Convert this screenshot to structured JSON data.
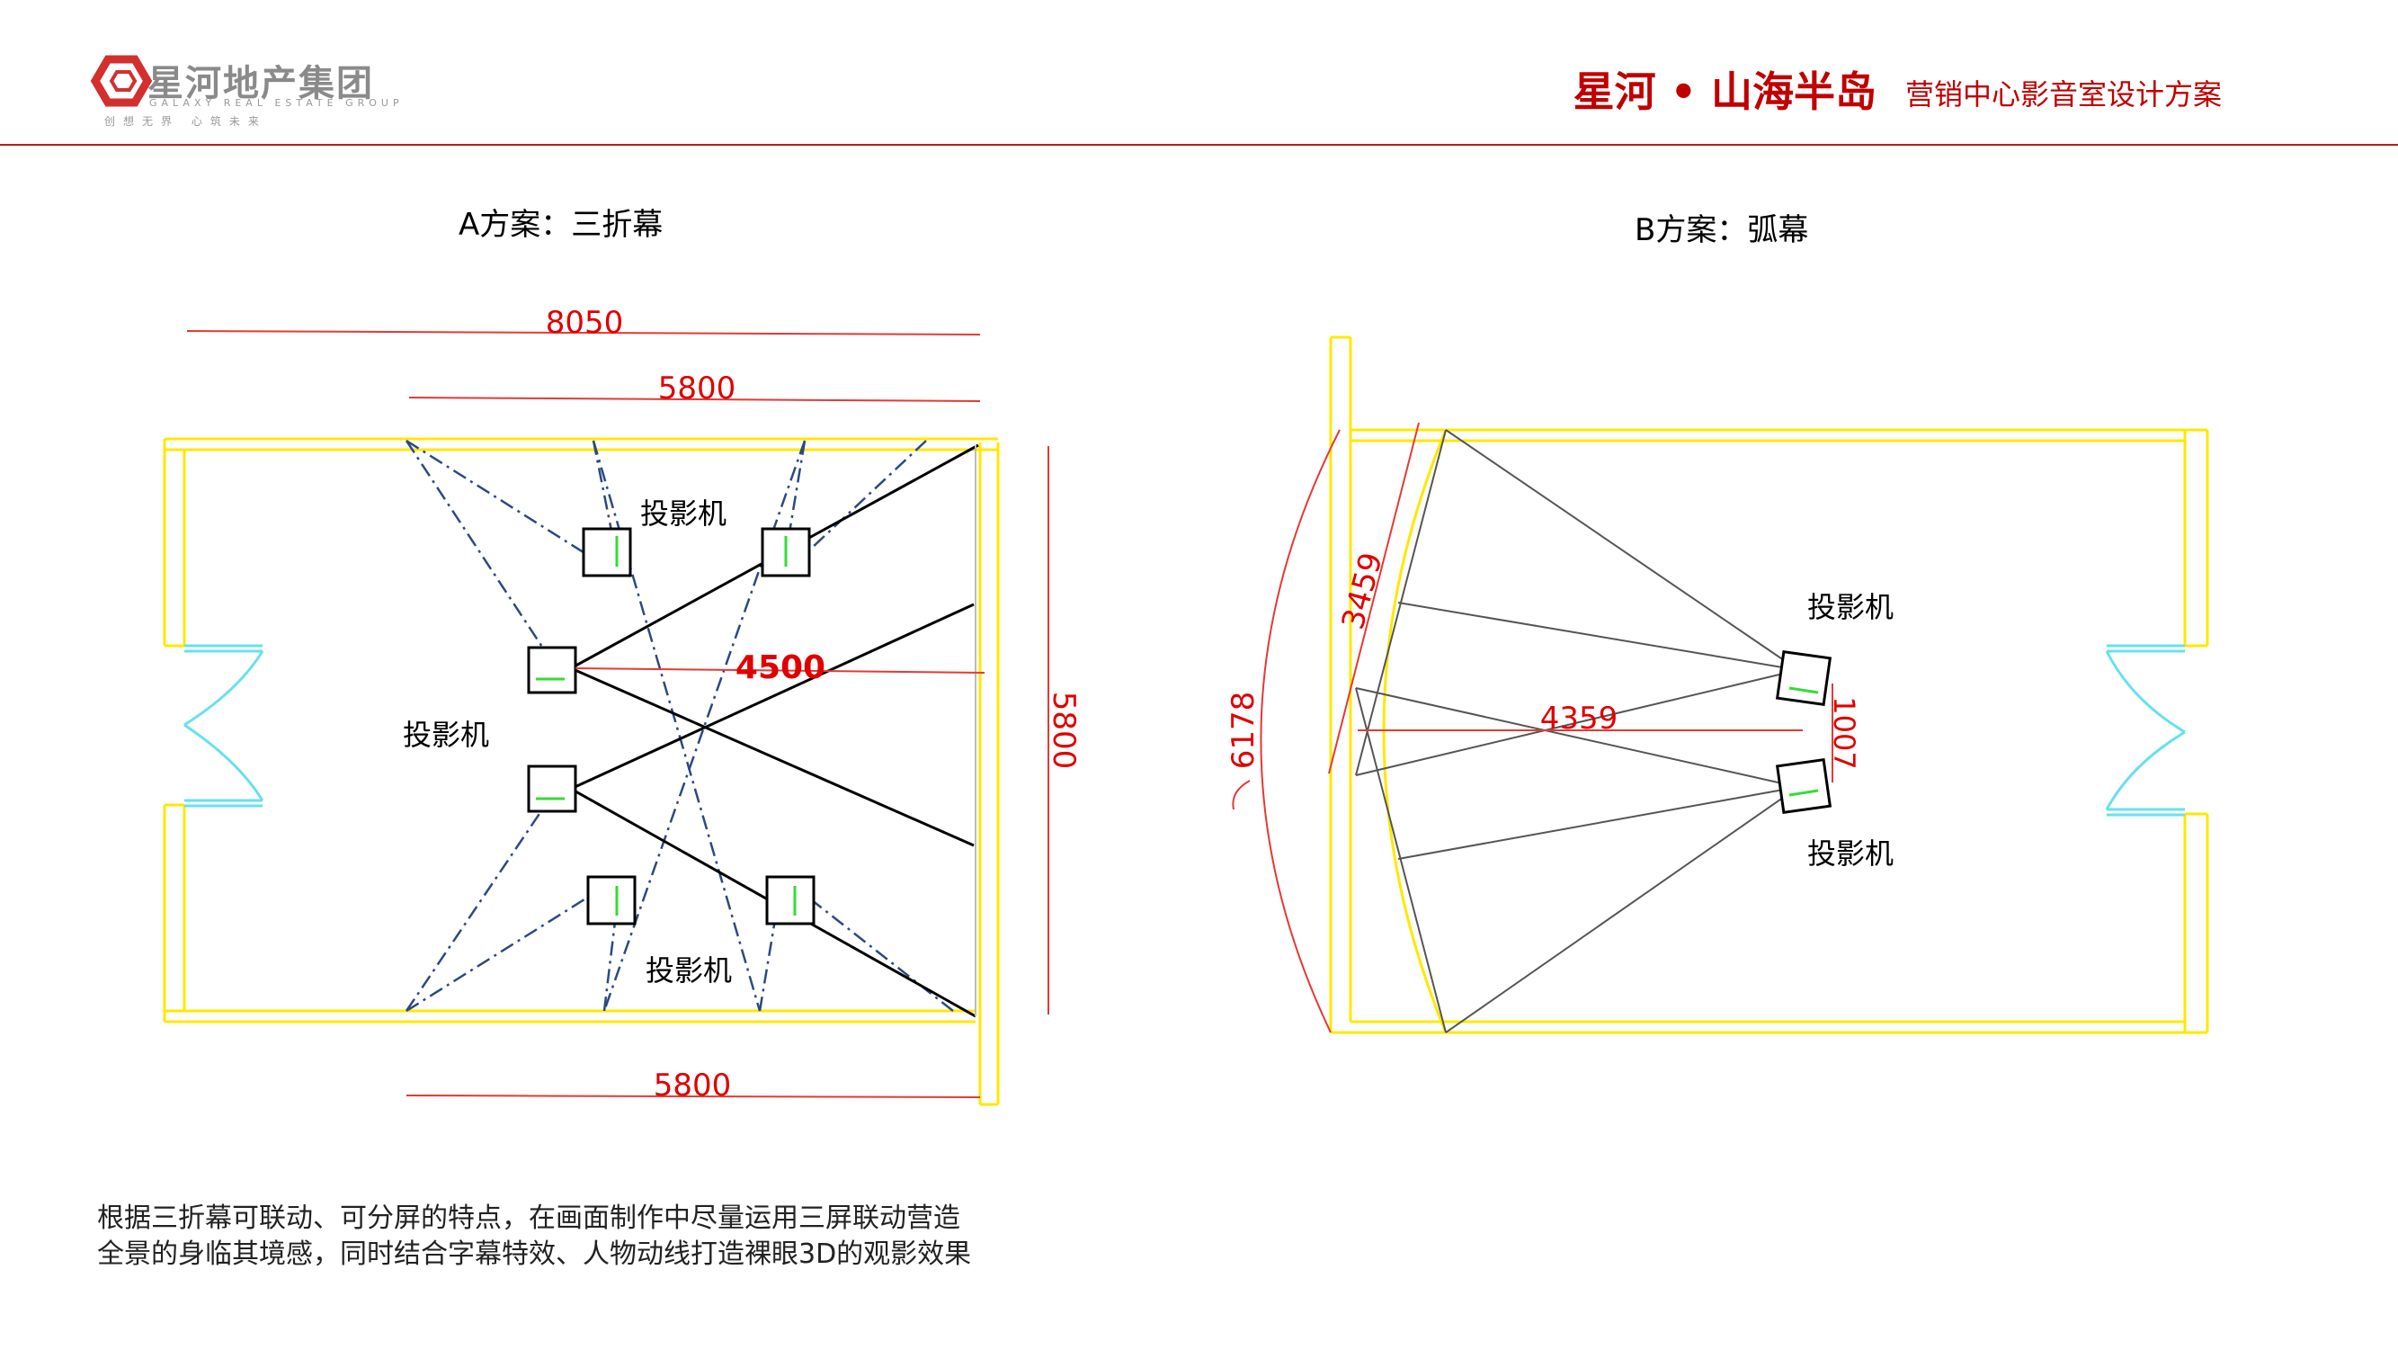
{
  "header": {
    "logo_cn": "星河地产集团",
    "logo_en": "GALAXY REAL ESTATE GROUP",
    "logo_slogan": "创想无界 心筑未来",
    "title": "星河 • 山海半岛",
    "subtitle": "营销中心影音室设计方案",
    "accent_color": "#c00000"
  },
  "plan_a": {
    "title": "A方案：三折幕",
    "dims": {
      "width_total": "8050",
      "screen_top": "5800",
      "throw": "4500",
      "depth": "5800",
      "screen_bottom": "5800"
    },
    "labels": {
      "projector_top": "投影机",
      "projector_left": "投影机",
      "projector_bottom": "投影机"
    }
  },
  "plan_b": {
    "title": "B方案：弧幕",
    "dims": {
      "arc_chord": "3459",
      "arc_length": "6178",
      "throw": "4359",
      "spacing": "1007"
    },
    "labels": {
      "projector_top": "投影机",
      "projector_bottom": "投影机"
    }
  },
  "caption": {
    "line1": "根据三折幕可联动、可分屏的特点，在画面制作中尽量运用三屏联动营造",
    "line2": "全景的身临其境感，同时结合字幕特效、人物动线打造裸眼3D的观影效果"
  },
  "colors": {
    "wall": "#ffe800",
    "door": "#66e0f0",
    "dimension": "#e53935",
    "dim_text": "#e00000",
    "projection": "#000000",
    "dashdot": "#2c4a80",
    "cone": "#555555"
  }
}
